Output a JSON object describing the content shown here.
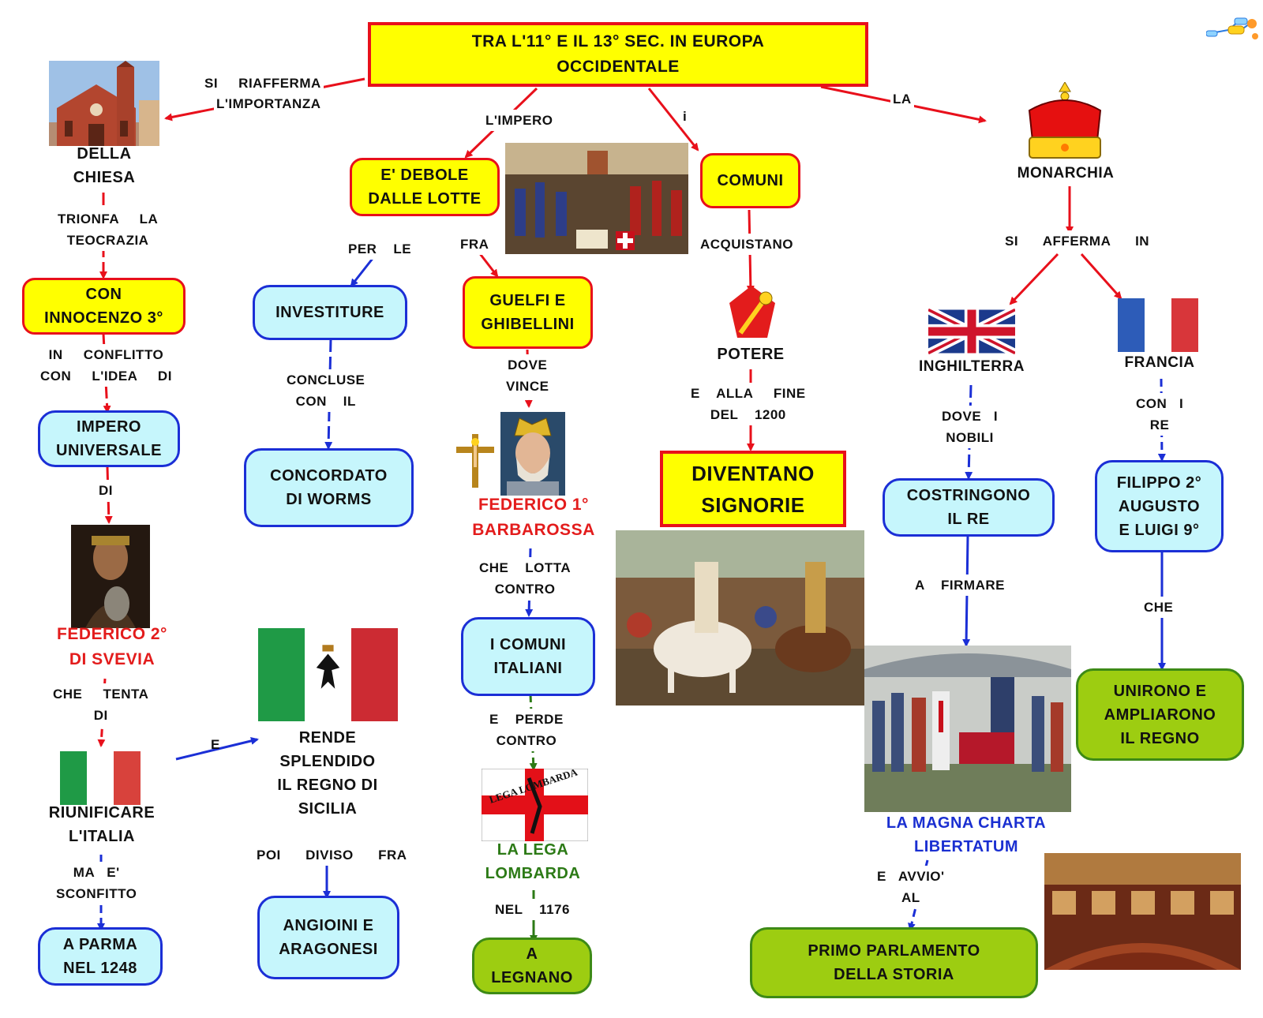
{
  "title": "TRA   L'11°  E  IL  13°   SEC.   IN   EUROPA\nOCCIDENTALE",
  "colors": {
    "node_yellow": "#ffff00",
    "node_cyan": "#c6f6fc",
    "node_green": "#9dcd11",
    "arrow_red": "#e8101b",
    "arrow_blue": "#1b2fd6",
    "arrow_green": "#2c7a16"
  },
  "left": {
    "link_si": "SI     RIAFFERMA",
    "link_importanza": "L'IMPORTANZA",
    "chiesa": "DELLA\nCHIESA",
    "link_trionfa": "TRIONFA     LA\nTEOCRAZIA",
    "innocenzo": "CON\nINNOCENZO     3°",
    "link_conflitto": "IN     CONFLITTO\nCON     L'IDEA     DI",
    "impero": "IMPERO\nUNIVERSALE",
    "link_di": "DI",
    "federico2": "FEDERICO     2°\nDI    SVEVIA",
    "link_tenta": "CHE     TENTA\nDI",
    "riunificare": "RIUNIFICARE\nL'ITALIA",
    "link_sconfitto": "MA   E'\nSCONFITTO",
    "parma": "A    PARMA\nNEL    1248",
    "link_e": "E",
    "rende": "RENDE\nSPLENDIDO\nIL     REGNO     DI\nSICILIA",
    "link_poi": "POI      DIVISO      FRA",
    "angioini": "ANGIOINI    E\nARAGONESI"
  },
  "center": {
    "link_impero": "L'IMPERO",
    "debole": "E'    DEBOLE\nDALLE     LOTTE",
    "link_per": "PER    LE",
    "link_fra": "FRA",
    "investiture": "INVESTITURE",
    "link_concluse": "CONCLUSE\nCON    IL",
    "concordato": "CONCORDATO\nDI     WORMS",
    "guelfi": "GUELFI    E\nGHIBELLINI",
    "link_dove": "DOVE\nVINCE",
    "barbarossa": "FEDERICO     1°\nBARBAROSSA",
    "link_lotta": "CHE    LOTTA\nCONTRO",
    "comuni_italiani": "I    COMUNI\nITALIANI",
    "link_perde": "E    PERDE\nCONTRO",
    "lega_lombarda": "LA    LEGA\nLOMBARDA",
    "link_nel": "NEL    1176",
    "legnano": "A\nLEGNANO",
    "flag_lega_text": "LEGA LOMBARDA"
  },
  "comuni": {
    "link_i": "i",
    "comuni": "COMUNI",
    "link_acquistano": "ACQUISTANO",
    "potere": "POTERE",
    "link_fine": "E    ALLA     FINE\nDEL    1200",
    "signorie": "DIVENTANO\nSIGNORIE"
  },
  "right": {
    "link_la": "LA",
    "monarchia": "MONARCHIA",
    "link_afferma": "SI      AFFERMA      IN",
    "inghilterra": "INGHILTERRA",
    "link_nobili": "DOVE   I\nNOBILI",
    "costringono": "COSTRINGONO\nIL   RE",
    "link_firmare": "A    FIRMARE",
    "magna": "LA     MAGNA      CHARTA\nLIBERTATUM",
    "link_avvio": "E   AVVIO'\nAL",
    "parlamento": "PRIMO       PARLAMENTO\nDELLA     STORIA",
    "francia": "FRANCIA",
    "link_re": "CON   I\nRE",
    "filippo": "FILIPPO    2°\nAUGUSTO\nE   LUIGI   9°",
    "link_che": "CHE",
    "unirono": "UNIRONO    E\nAMPLIARONO\nIL    REGNO"
  },
  "icons": [
    "church-icon",
    "battle-painting-icon",
    "crown-icon",
    "scepter-icon",
    "union-jack-flag-icon",
    "french-flag-icon",
    "emperor-portrait-icon",
    "crucifix-icon",
    "barbarossa-portrait-icon",
    "italian-flag-eagle-icon",
    "italian-flag-icon",
    "lega-lombarda-flag-icon",
    "procession-painting-icon",
    "magna-charta-painting-icon",
    "parliament-hall-icon",
    "mindmap-logo-icon"
  ]
}
